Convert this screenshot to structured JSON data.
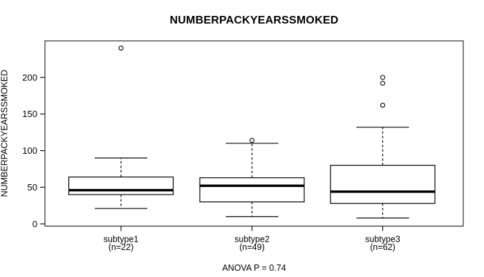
{
  "chart_data": {
    "type": "boxplot",
    "title": "NUMBERPACKYEARSSMOKED",
    "ylabel": "NUMBERPACKYEARSSMOKED",
    "xlabel": "",
    "footnote": "ANOVA P = 0.74",
    "yticks": [
      0,
      50,
      100,
      150,
      200
    ],
    "ylim": [
      -5,
      250
    ],
    "grid": false,
    "legend": null,
    "groups": [
      {
        "label": "subtype1",
        "sublabel": "(n=22)",
        "n": 22,
        "whisker_low": 21,
        "q1": 40,
        "median": 46,
        "q3": 64,
        "whisker_high": 90,
        "outliers": [
          240
        ]
      },
      {
        "label": "subtype2",
        "sublabel": "(n=49)",
        "n": 49,
        "whisker_low": 10,
        "q1": 30,
        "median": 52,
        "q3": 63,
        "whisker_high": 110,
        "outliers": [
          114
        ]
      },
      {
        "label": "subtype3",
        "sublabel": "(n=62)",
        "n": 62,
        "whisker_low": 8,
        "q1": 28,
        "median": 44,
        "q3": 80,
        "whisker_high": 132,
        "outliers": [
          162,
          192,
          200
        ]
      }
    ],
    "colors": {
      "stroke": "#000000",
      "border": "#2b2b2b",
      "box_fill": "#ffffff",
      "background": "#ffffff"
    }
  }
}
